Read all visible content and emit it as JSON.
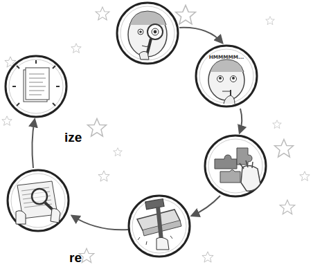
{
  "diagram": {
    "nodes": [
      {
        "text": [
          "HMMMMM..."
        ]
      }
    ],
    "labels": [
      "ize",
      "re"
    ]
  }
}
